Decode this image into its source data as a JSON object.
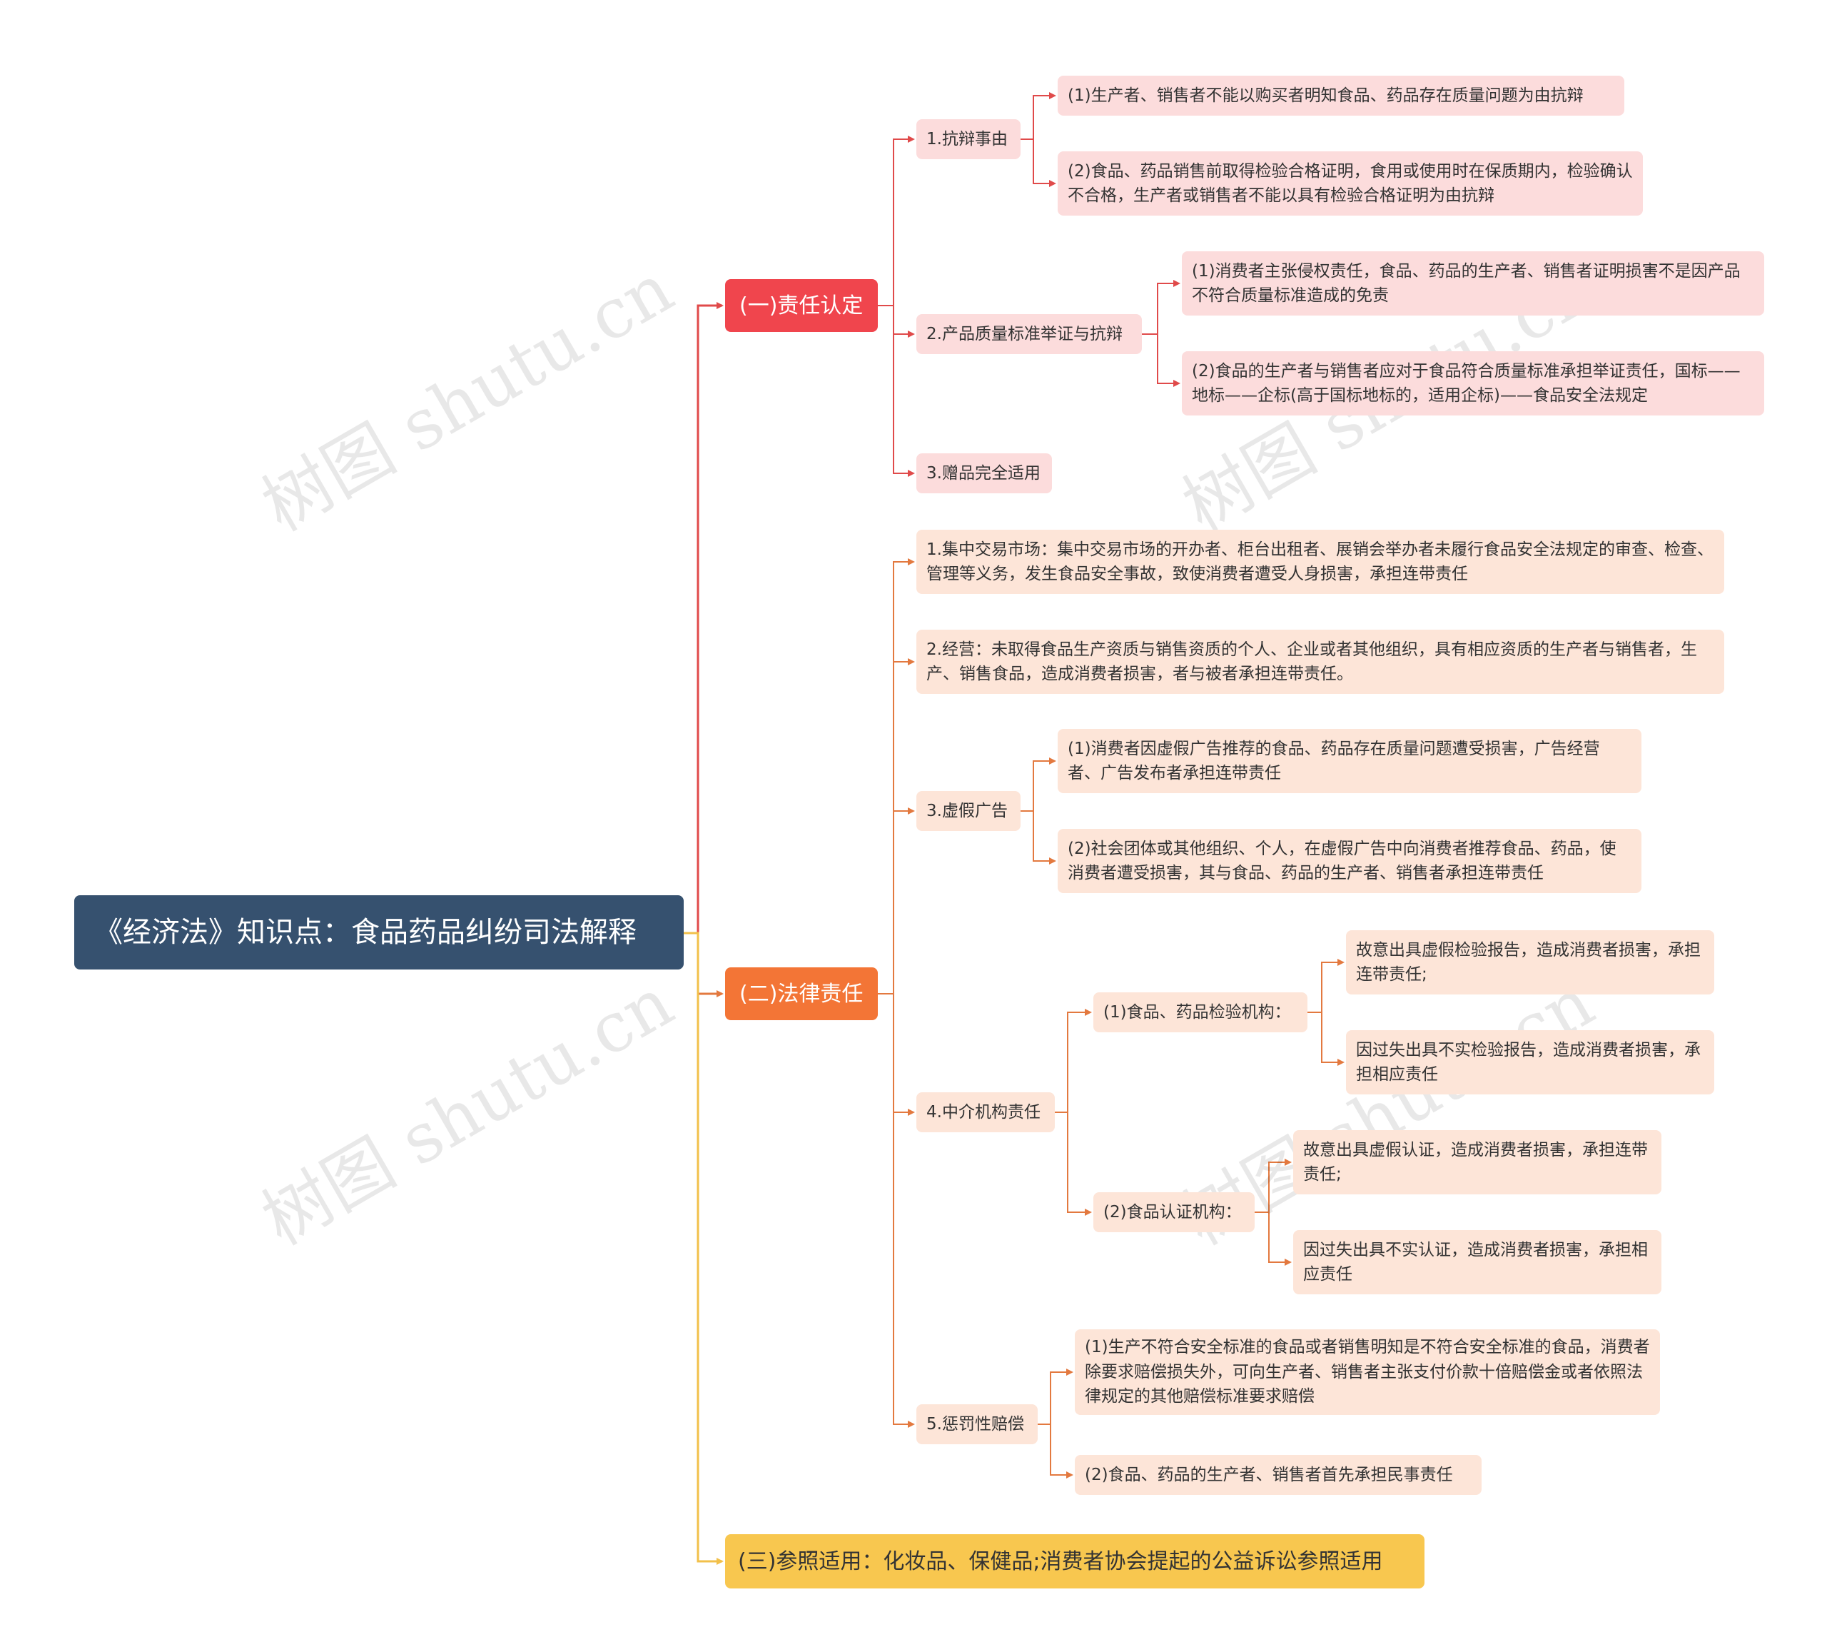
{
  "root": "《经济法》知识点：食品药品纠纷司法解释",
  "colors": {
    "root": "#36516f",
    "b1": "#f0454d",
    "b2": "#f37536",
    "b3": "#f8c74f",
    "leaf_red": "#fcdcdc",
    "leaf_orange": "#fde5d8"
  },
  "b1": {
    "label": "(一)责任认定",
    "c1": {
      "label": "1.抗辩事由",
      "d1": "(1)生产者、销售者不能以购买者明知食品、药品存在质量问题为由抗辩",
      "d2": "(2)食品、药品销售前取得检验合格证明，食用或使用时在保质期内，检验确认不合格，生产者或销售者不能以具有检验合格证明为由抗辩"
    },
    "c2": {
      "label": "2.产品质量标准举证与抗辩",
      "d1": "(1)消费者主张侵权责任，食品、药品的生产者、销售者证明损害不是因产品不符合质量标准造成的免责",
      "d2": "(2)食品的生产者与销售者应对于食品符合质量标准承担举证责任，国标——地标——企标(高于国标地标的，适用企标)——食品安全法规定"
    },
    "c3": {
      "label": "3.赠品完全适用"
    }
  },
  "b2": {
    "label": "(二)法律责任",
    "c1": {
      "label": "1.集中交易市场：集中交易市场的开办者、柜台出租者、展销会举办者未履行食品安全法规定的审查、检查、管理等义务，发生食品安全事故，致使消费者遭受人身损害，承担连带责任"
    },
    "c2": {
      "label": "2.经营：未取得食品生产资质与销售资质的个人、企业或者其他组织，具有相应资质的生产者与销售者，生产、销售食品，造成消费者损害，者与被者承担连带责任。"
    },
    "c3": {
      "label": "3.虚假广告",
      "d1": "(1)消费者因虚假广告推荐的食品、药品存在质量问题遭受损害，广告经营者、广告发布者承担连带责任",
      "d2": "(2)社会团体或其他组织、个人，在虚假广告中向消费者推荐食品、药品，使消费者遭受损害，其与食品、药品的生产者、销售者承担连带责任"
    },
    "c4": {
      "label": "4.中介机构责任",
      "e1": {
        "label": "(1)食品、药品检验机构：",
        "f1": "故意出具虚假检验报告，造成消费者损害，承担连带责任;",
        "f2": "因过失出具不实检验报告，造成消费者损害，承担相应责任"
      },
      "e2": {
        "label": "(2)食品认证机构：",
        "f1": "故意出具虚假认证，造成消费者损害，承担连带责任;",
        "f2": "因过失出具不实认证，造成消费者损害，承担相应责任"
      }
    },
    "c5": {
      "label": "5.惩罚性赔偿",
      "d1": "(1)生产不符合安全标准的食品或者销售明知是不符合安全标准的食品，消费者除要求赔偿损失外，可向生产者、销售者主张支付价款十倍赔偿金或者依照法律规定的其他赔偿标准要求赔偿",
      "d2": "(2)食品、药品的生产者、销售者首先承担民事责任"
    }
  },
  "b3": {
    "label": "(三)参照适用：化妆品、保健品;消费者协会提起的公益诉讼参照适用"
  },
  "watermark": "树图 shutu.cn"
}
